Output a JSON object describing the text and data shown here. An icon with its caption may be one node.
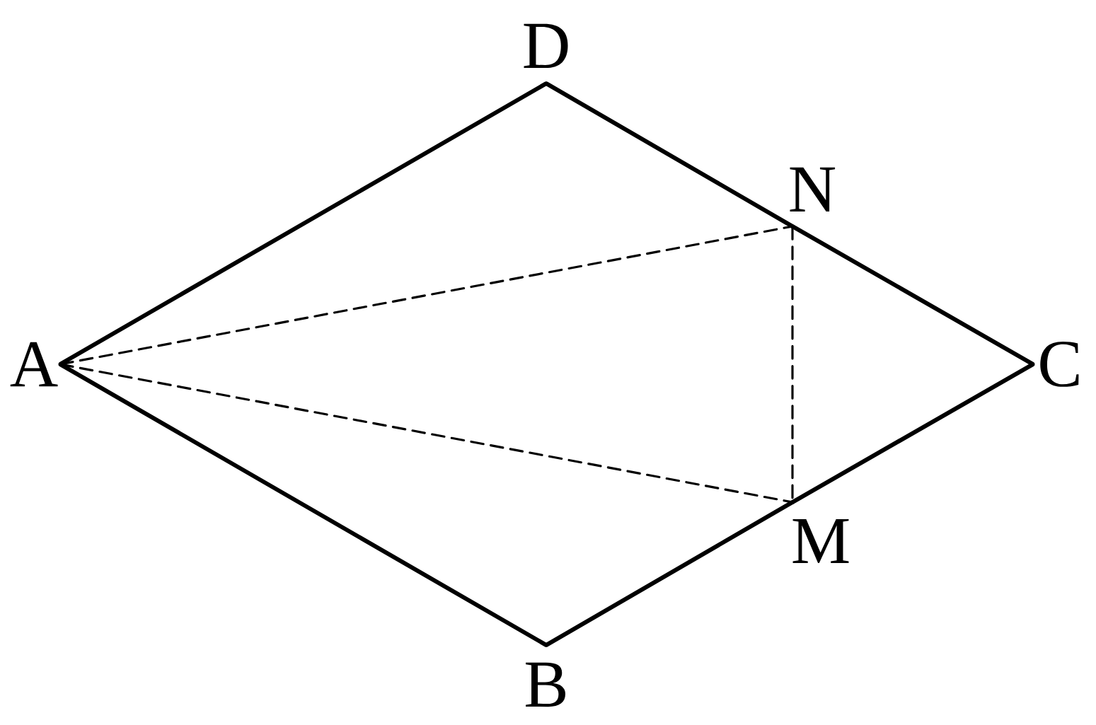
{
  "diagram": {
    "nodes": [
      {
        "text": [
          "A"
        ]
      },
      {
        "text": [
          "D"
        ]
      },
      {
        "text": [
          "N"
        ]
      },
      {
        "text": [
          "C"
        ]
      },
      {
        "text": [
          "M"
        ]
      },
      {
        "text": [
          "B"
        ]
      }
    ],
    "edges": [
      {
        "from": 0,
        "to": 1,
        "arrow": "none"
      },
      {
        "from": 1,
        "to": 2,
        "arrow": "none"
      },
      {
        "from": 2,
        "to": 3,
        "arrow": "none"
      },
      {
        "from": 3,
        "to": 4,
        "arrow": "none"
      },
      {
        "from": 4,
        "to": 5,
        "arrow": "none"
      },
      {
        "from": 5,
        "to": 0,
        "arrow": "none"
      },
      {
        "from": 0,
        "to": 2,
        "arrow": "none",
        "style": "dashed"
      },
      {
        "from": 0,
        "to": 4,
        "arrow": "none",
        "style": "dashed"
      },
      {
        "from": 2,
        "to": 4,
        "arrow": "none",
        "style": "dashed"
      }
    ]
  }
}
